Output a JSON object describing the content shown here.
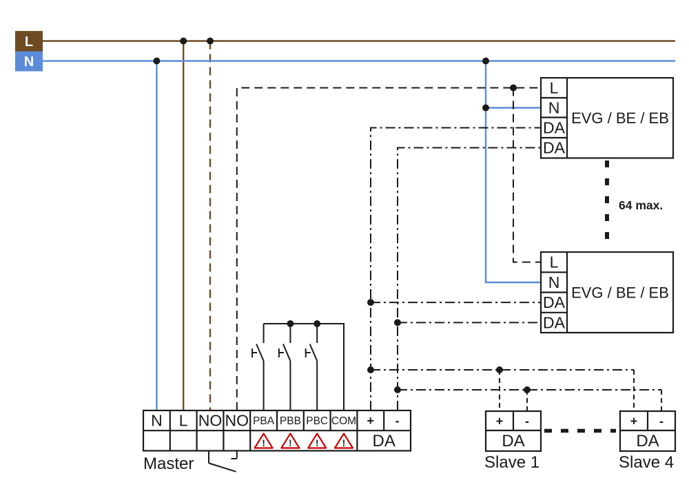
{
  "colors": {
    "live_brown": "#6E4B22",
    "neutral_blue": "#5C8BD9",
    "wire_black": "#1A1A1A",
    "warning_red": "#C80000"
  },
  "legend": {
    "live_label": "L",
    "neutral_label": "N"
  },
  "master": {
    "label": "Master",
    "terminals": [
      "N",
      "L",
      "NO",
      "NO",
      "PBA",
      "PBB",
      "PBC",
      "COM",
      "+",
      "-"
    ],
    "dali_label": "DA",
    "warning_symbol": "!"
  },
  "ballast": {
    "name": "EVG / BE / EB",
    "terminals": [
      "L",
      "N",
      "DA",
      "DA"
    ],
    "chain_note": "64 max."
  },
  "slaves": {
    "plus_label": "+",
    "minus_label": "-",
    "dali_label": "DA",
    "units": [
      {
        "label": "Slave 1"
      },
      {
        "label": "Slave 4"
      }
    ]
  }
}
